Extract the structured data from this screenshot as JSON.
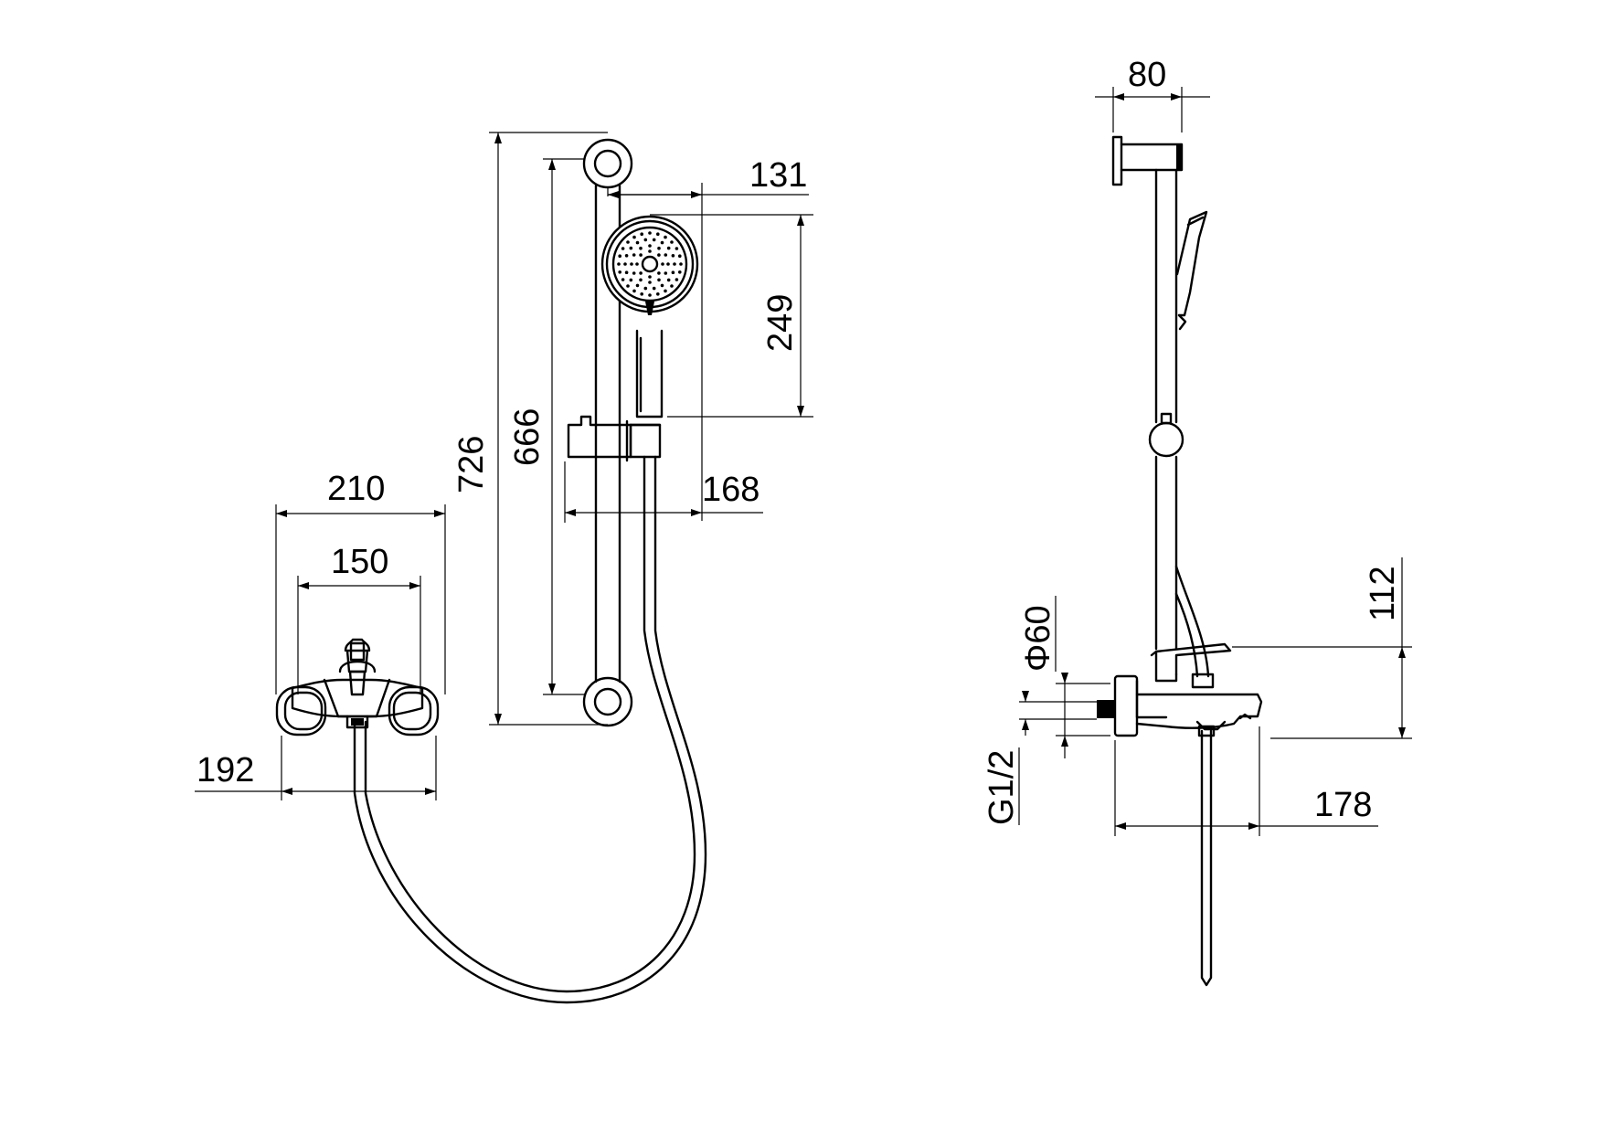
{
  "front_view": {
    "dimensions": {
      "width_210": "210",
      "width_150": "150",
      "width_192": "192",
      "height_726": "726",
      "height_666": "666",
      "offset_131": "131",
      "head_249": "249",
      "offset_168": "168"
    }
  },
  "side_view": {
    "dimensions": {
      "depth_80": "80",
      "height_112": "112",
      "diameter_60": "Φ60",
      "thread_g12": "G1/2",
      "spout_178": "178"
    }
  },
  "colors": {
    "line": "#000000",
    "background": "#ffffff"
  }
}
